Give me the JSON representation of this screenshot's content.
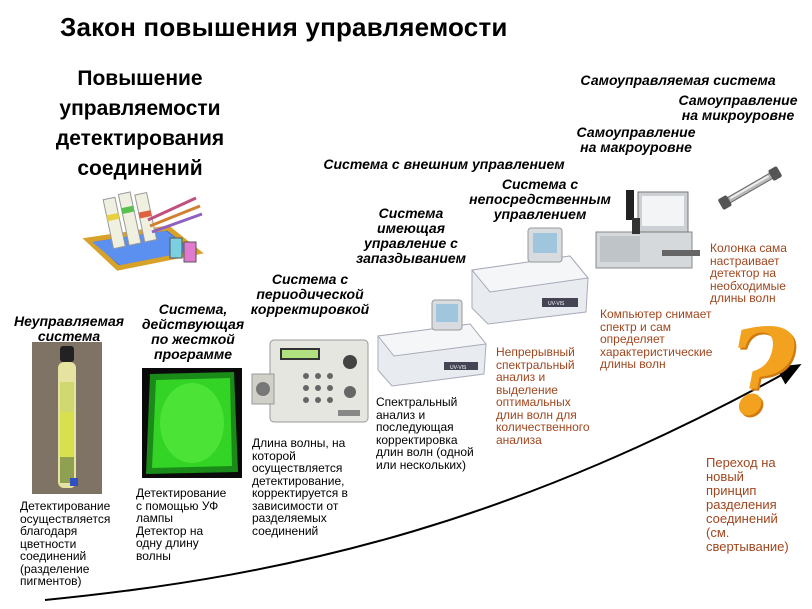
{
  "title": "Закон повышения управляемости",
  "subtitle": "Повышение\nуправляемости\nдетектирования\nсоединений",
  "stages": [
    {
      "label": "Неуправляемая\nсистема",
      "description": "Детектирование\nосуществляется\nблагодаря\nцветности\nсоединений\n(разделение\nпигментов)"
    },
    {
      "label": "Система,\nдействующая\nпо жесткой\nпрограмме",
      "description": "Детектирование\nс помощью УФ\nлампы\nДетектор на\nодну длину\nволны"
    },
    {
      "label": "Система  с\nпериодической\nкорректировкой",
      "description": "Длина волны, на\nкоторой\nосуществляется\nдетектирование,\nкорректируется в\nзависимости от\nразделяемых\nсоединений"
    },
    {
      "label": "Система\nимеющая\nуправление с\nзапаздыванием",
      "description": "Спектральный\nанализ и\nпоследующая\nкорректировка\nдлин волн (одной\nили нескольких)"
    },
    {
      "label": "Система с\nнепосредственным\nуправлением",
      "description": "Непрерывный\nспектральный\nанализ и\nвыделение\nоптимальных\nдлин волн для\nколичественного\nанализа"
    },
    {
      "label": "Система с внешним управлением",
      "description": ""
    },
    {
      "label": "Самоуправление\nна макроуровне",
      "description": "Компьютер снимает\nспектр и сам\nопределяет\nхарактеристические\nдлины волн"
    },
    {
      "label": "Самоуправление\nна микроуровне",
      "description": "Колонка сама\nнастраивает\nдетектор на\nнеобходимые\nдлины волн"
    },
    {
      "label": "Самоуправляемая система",
      "description": ""
    }
  ],
  "future": {
    "description": "Переход на\nновый\nпринцип\nразделения\nсоединений\n(см.\nсвертывание)",
    "symbol": "?"
  },
  "device_labels": {
    "uv1": "UV-VIS",
    "uv2": "UV-VIS"
  },
  "colors": {
    "accent_brown": "#a0461e",
    "question_orange": "#f2a21e",
    "uv_green": "#38e028"
  }
}
